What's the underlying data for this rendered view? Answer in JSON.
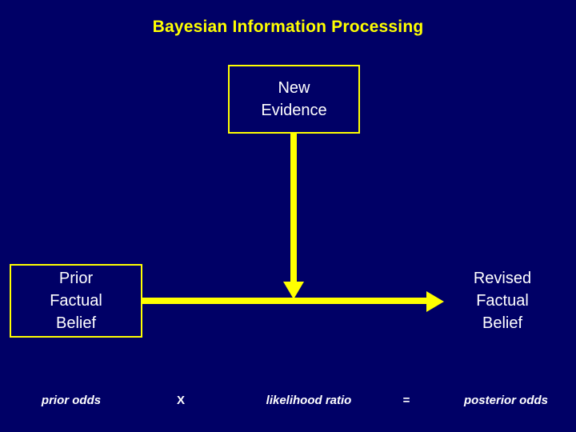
{
  "slide": {
    "title": "Bayesian Information Processing",
    "background_color": "#000066",
    "accent_color": "#ffff00",
    "text_color": "#ffffff"
  },
  "boxes": {
    "new_evidence": {
      "line1": "New",
      "line2": "Evidence"
    },
    "prior_belief": {
      "line1": "Prior",
      "line2": "Factual",
      "line3": "Belief"
    },
    "revised_belief": {
      "line1": "Revised",
      "line2": "Factual",
      "line3": "Belief"
    }
  },
  "formula": {
    "prior": "prior odds",
    "times": "X",
    "likelihood": "likelihood ratio",
    "equals": "=",
    "posterior": "posterior odds"
  }
}
